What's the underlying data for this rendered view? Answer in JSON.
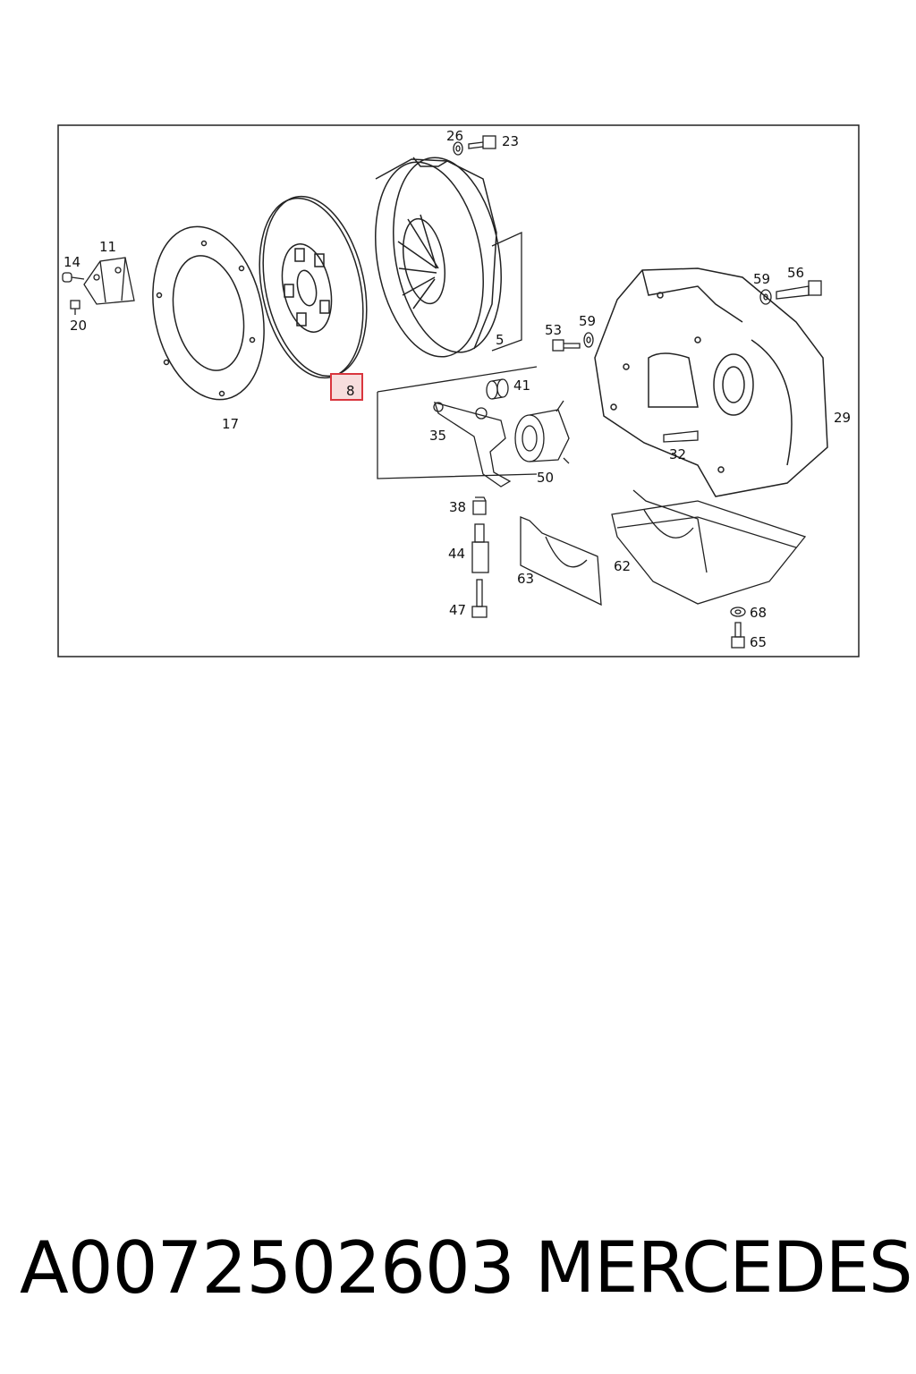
{
  "diagram": {
    "callouts": [
      "26",
      "23",
      "11",
      "14",
      "20",
      "5",
      "53",
      "59",
      "59",
      "56",
      "41",
      "8",
      "17",
      "35",
      "50",
      "32",
      "29",
      "38",
      "44",
      "47",
      "63",
      "62",
      "68",
      "65"
    ],
    "highlight": {
      "label": "8",
      "color": "#d9363e"
    }
  },
  "footer": {
    "part_number": "A0072502603",
    "brand": "MERCEDES"
  }
}
